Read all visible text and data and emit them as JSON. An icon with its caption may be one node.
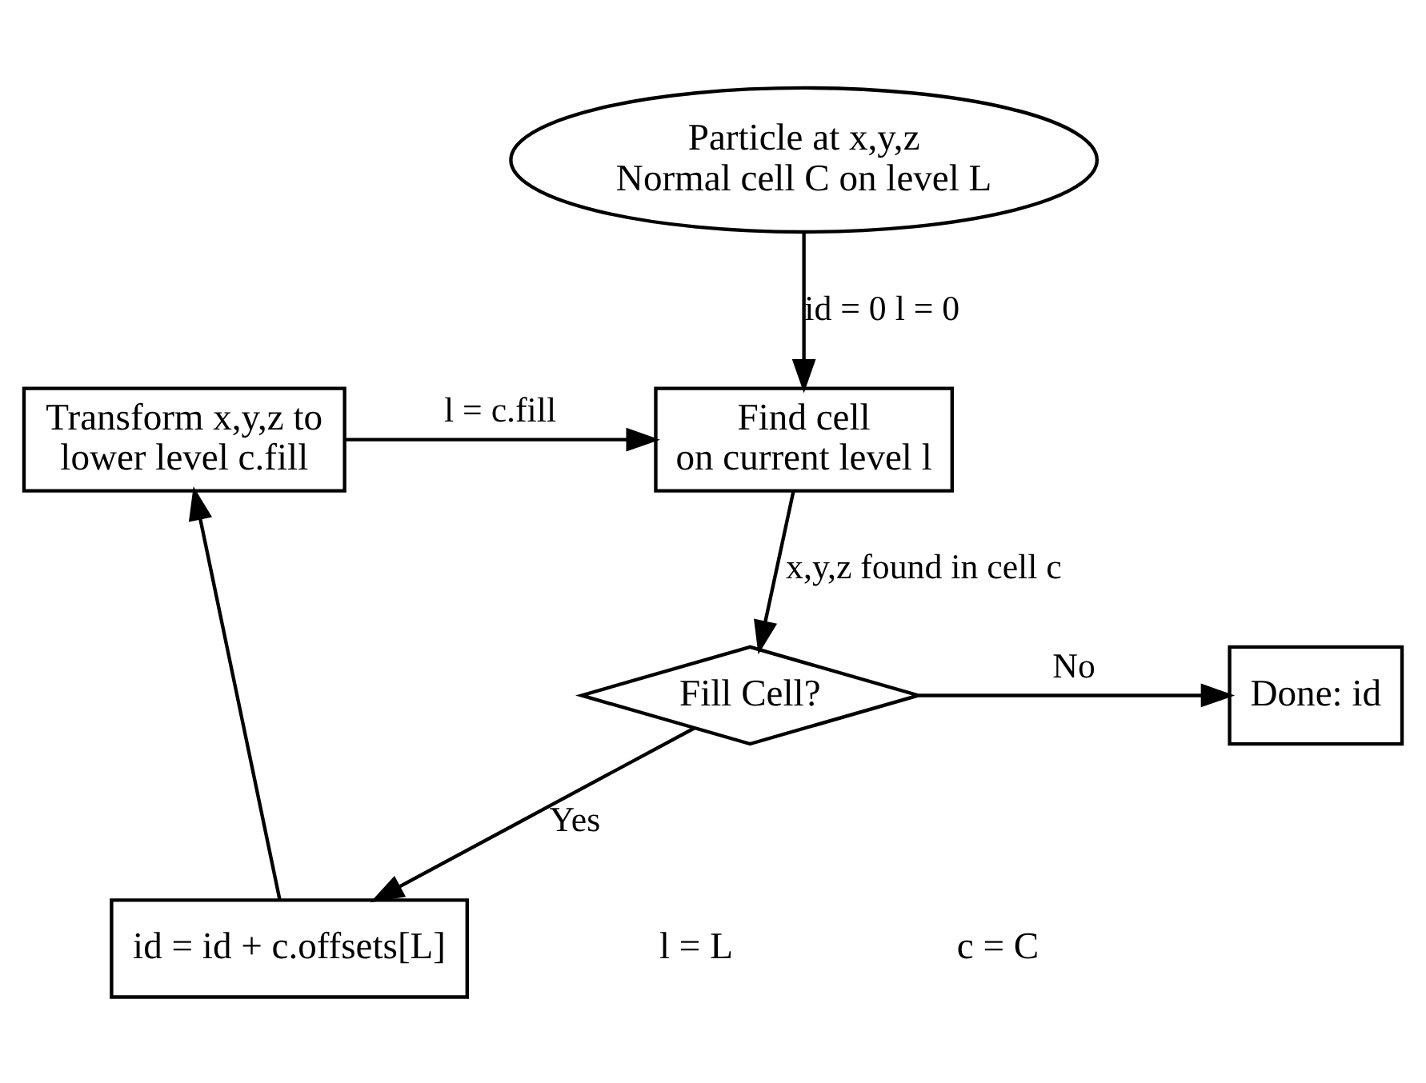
{
  "diagram": {
    "nodes": [
      {
        "text": [
          "Particle at x,y,z Normal cell C on level L"
        ]
      },
      {
        "text": [
          "Find cell on current level l"
        ]
      },
      {
        "text": [
          "Fill Cell?"
        ]
      },
      {
        "text": [
          "Done: id"
        ]
      },
      {
        "text": [
          "id = id + c.offsets[L]"
        ]
      },
      {
        "text": [
          "Transform x,y,z to lower level c.fill"
        ]
      }
    ],
    "edges": [
      {
        "from": 0,
        "to": 1,
        "arrow": "to",
        "label": "id = 0 l = 0"
      },
      {
        "from": 1,
        "to": 2,
        "arrow": "to",
        "label": "x,y,z found in cell c"
      },
      {
        "from": 2,
        "to": 3,
        "arrow": "to",
        "label": "No"
      },
      {
        "from": 2,
        "to": 4,
        "arrow": "to",
        "label": "Yes"
      },
      {
        "from": 4,
        "to": 5,
        "arrow": "to"
      },
      {
        "from": 5,
        "to": 1,
        "arrow": "to",
        "label": "l = c.fill"
      }
    ],
    "labels": [
      "c = C",
      "l = L"
    ]
  }
}
